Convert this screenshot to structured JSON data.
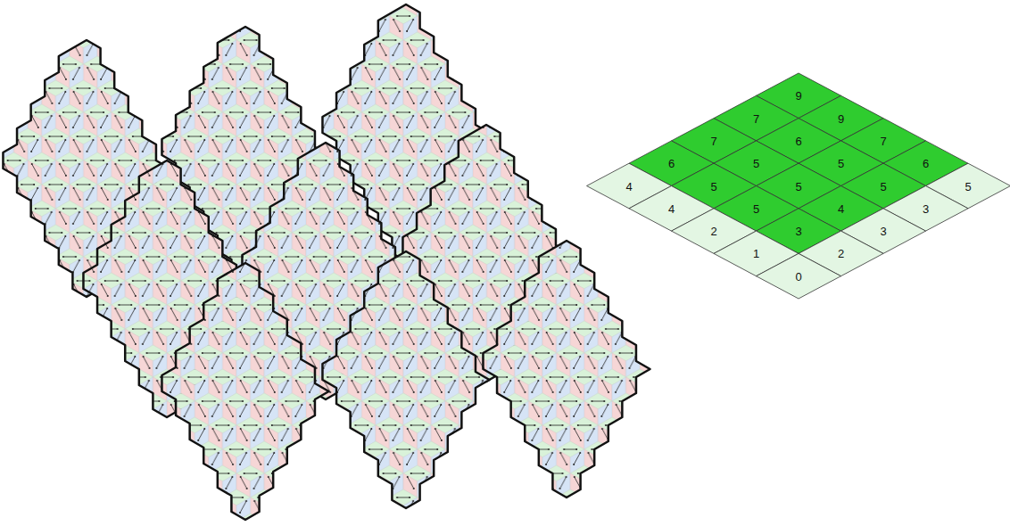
{
  "diagram": {
    "labels": [
      "9",
      "7",
      "9",
      "7",
      "6",
      "7",
      "6",
      "5",
      "5",
      "6",
      "4",
      "5",
      "5",
      "5",
      "5",
      "4",
      "5",
      "4",
      "3",
      "2",
      "3",
      "3",
      "1",
      "2",
      "0"
    ]
  }
}
